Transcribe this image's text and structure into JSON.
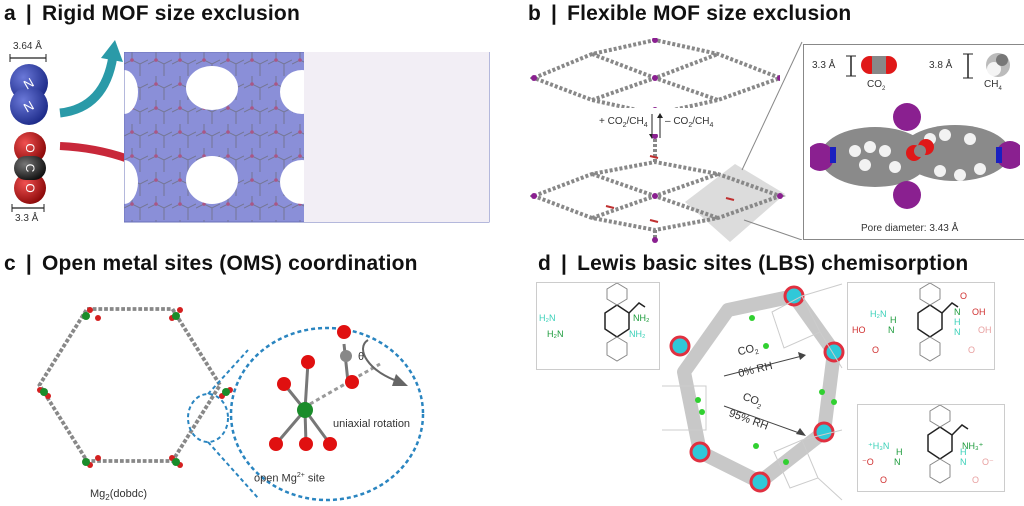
{
  "panels": {
    "a": {
      "letter": "a",
      "title": "Rigid MOF size exclusion",
      "n2_width": "3.64 Å",
      "co2_width": "3.3 Å",
      "n2_atoms": [
        "N",
        "N"
      ],
      "co2_atoms": [
        "O",
        "C",
        "O"
      ]
    },
    "b": {
      "letter": "b",
      "title": "Flexible MOF size exclusion",
      "adsorb": "+ CO",
      "adsorb_sub": "2",
      "adsorb_tail": "/CH",
      "adsorb_sub2": "4",
      "desorb": "– CO",
      "desorb_sub": "2",
      "desorb_tail": "/CH",
      "desorb_sub2": "4",
      "co2_size": "3.3 Å",
      "ch4_size": "3.8 Å",
      "co2_label": "CO",
      "co2_label_sub": "2",
      "ch4_label": "CH",
      "ch4_label_sub": "4",
      "pore_diameter": "Pore diameter: 3.43 Å"
    },
    "c": {
      "letter": "c",
      "title": "Open metal sites (OMS) coordination",
      "framework": "Mg",
      "framework_sub": "2",
      "framework_tail": "(dobdc)",
      "theta": "θ",
      "rotation": "uniaxial rotation",
      "site": "open Mg",
      "site_sup": "2+",
      "site_tail": " site"
    },
    "d": {
      "letter": "d",
      "title": "Lewis basic sites (LBS) chemisorption",
      "cond1_top": "CO",
      "cond1_top_sub": "2",
      "cond1_bottom": "0% RH",
      "cond2_top": "CO",
      "cond2_top_sub": "2",
      "cond2_bottom": "95% RH",
      "left_box": {
        "h2n_cyan": "H₂N",
        "h2n_green": "H₂N",
        "nh2_top": "NH₂",
        "nh2_cyan": "NH₂"
      },
      "top_right_box": {
        "h2n": "H₂N",
        "nh_top": "H",
        "n_top": "N",
        "oh_top": "OH",
        "o_top": "O",
        "ho": "HO",
        "o_left": "O",
        "n_left": "N",
        "h_left": "H",
        "nh_right": "H",
        "n_right": "N",
        "oh_right": "OH",
        "o_right": "O"
      },
      "bottom_right_box": {
        "h3n": "⁺H₃N",
        "nh3": "NH₃⁺",
        "o_minus_left": "⁻O",
        "o_left": "O",
        "n_left": "N",
        "h_left": "H",
        "n_right": "N",
        "h_right": "H",
        "o_minus_right": "O⁻",
        "o_right": "O"
      }
    }
  },
  "colors": {
    "nitrogen": "#2b3a9c",
    "oxygen": "#d42020",
    "carbon": "#333333",
    "teal_arrow": "#2a9aa8",
    "red_arrow": "#c8283a",
    "mof_blue": "#8a8fd8",
    "dash_blue": "#2a85c0",
    "magnesium": "#1a8c2a",
    "iodine": "#8a2090",
    "amine_cyan": "#3ad0b8",
    "amine_green": "#1a9a3a",
    "carbamate_red": "#d03030",
    "carbamate_pink": "#e8a0a0"
  }
}
